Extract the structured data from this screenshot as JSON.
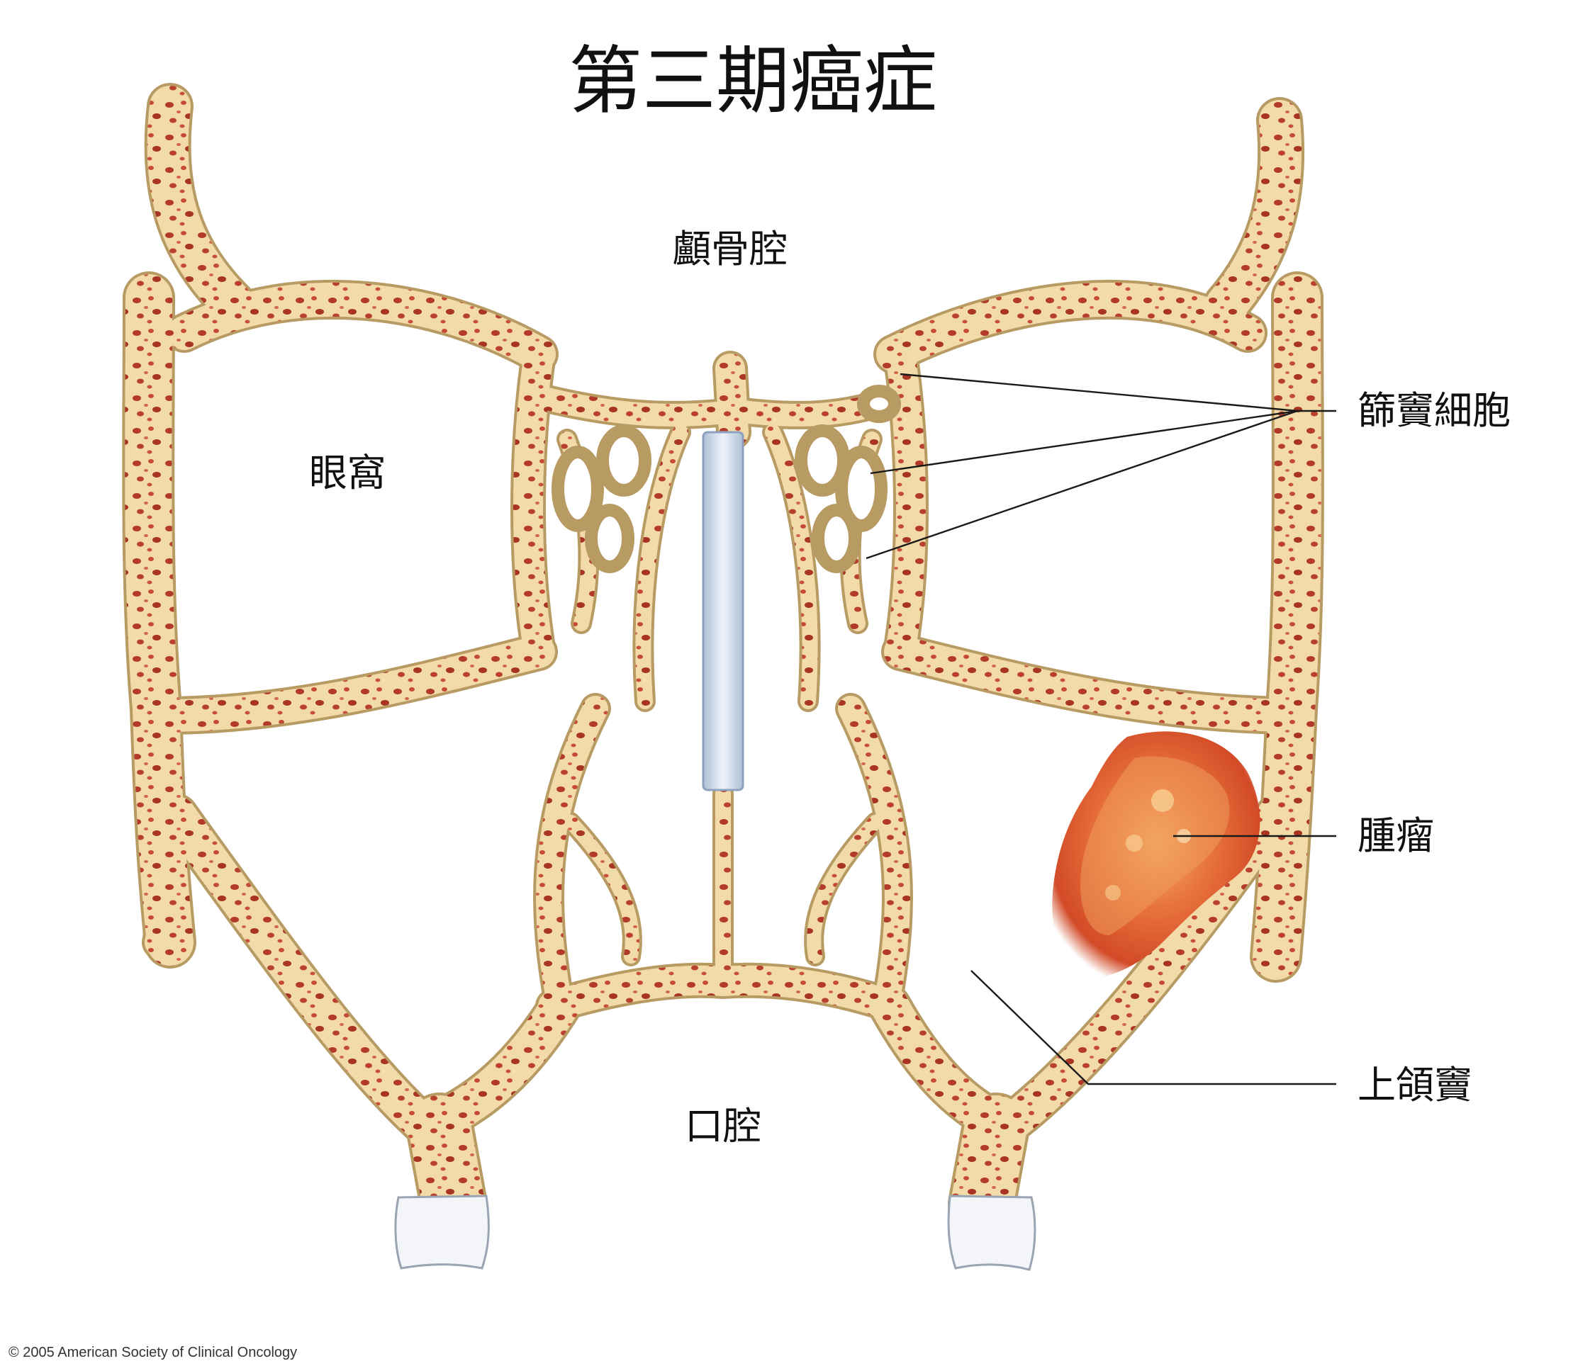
{
  "title": "第三期癌症",
  "labels": {
    "cranial_cavity": "顱骨腔",
    "orbit": "眼窩",
    "ethmoid_cells": "篩竇細胞",
    "tumor": "腫瘤",
    "maxillary_sinus": "上頜竇",
    "oral_cavity": "口腔"
  },
  "copyright": "© 2005 American Society of Clinical Oncology",
  "colors": {
    "bone": "#f2dba8",
    "bone_outline": "#b89a63",
    "marrow": "#b23a2a",
    "tumor": "#e0502a",
    "septum": "#c9d6e6",
    "tooth": "#f3f5f8"
  }
}
